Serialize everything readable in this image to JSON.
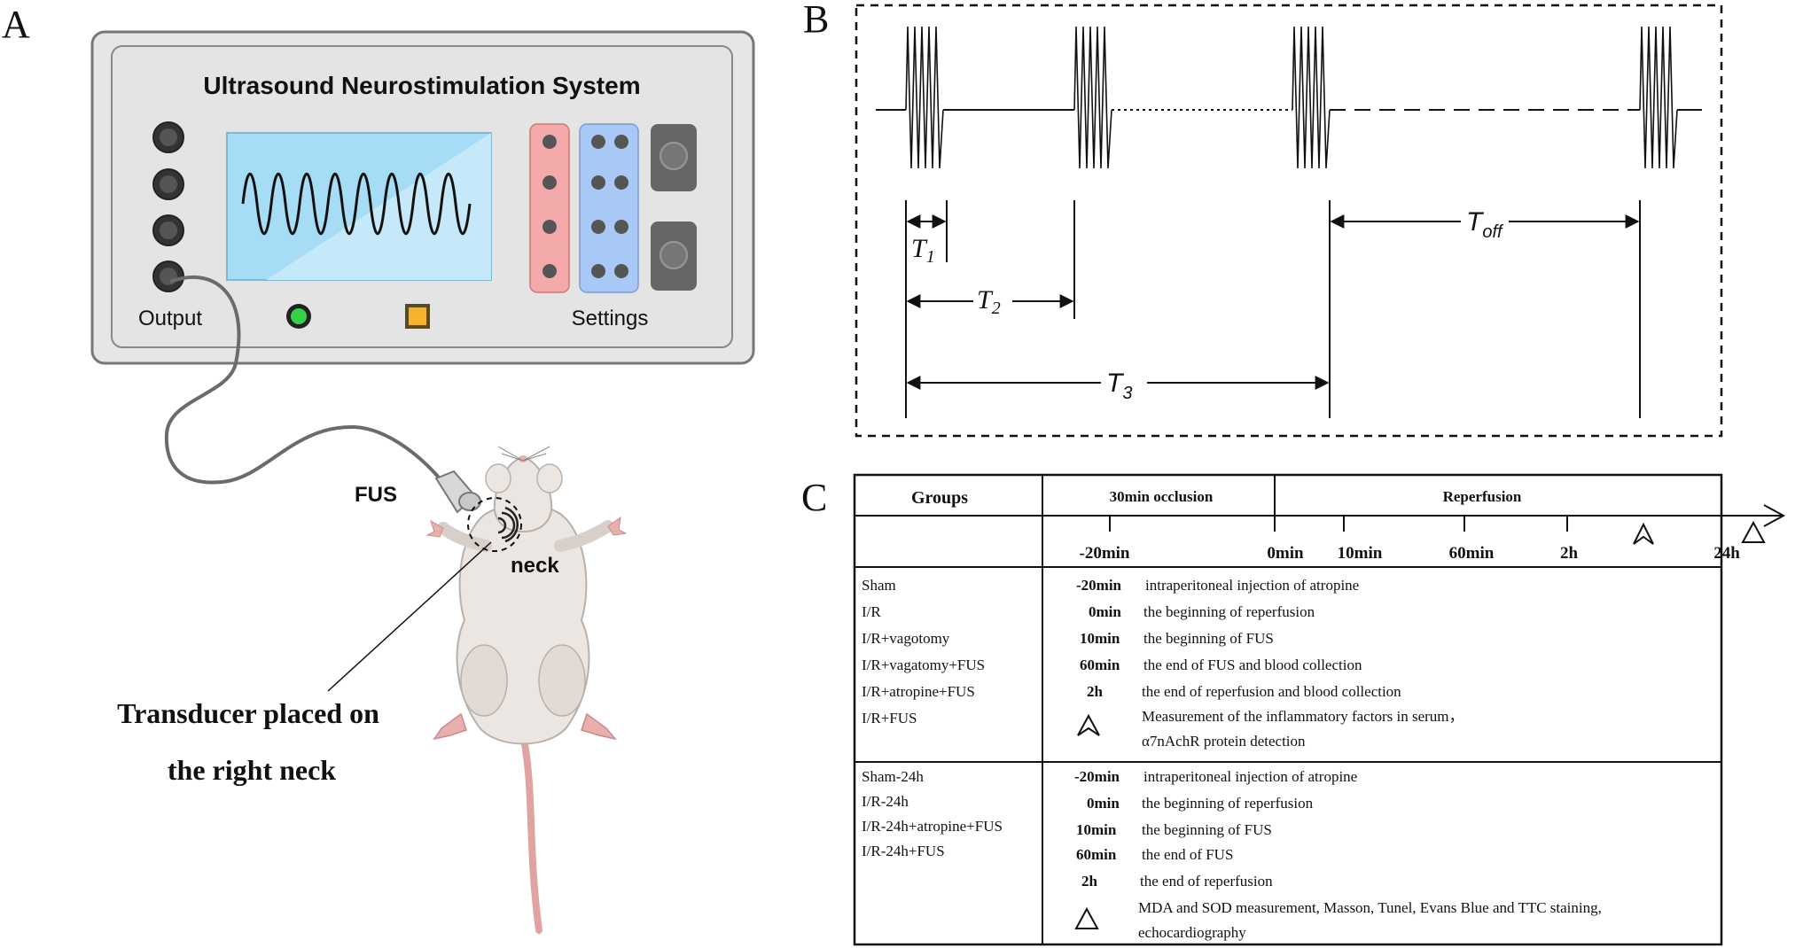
{
  "panels": {
    "a": {
      "letter": "A"
    },
    "b": {
      "letter": "B"
    },
    "c": {
      "letter": "C"
    }
  },
  "device": {
    "title": "Ultrasound Neurostimulation System",
    "output_label": "Output",
    "settings_label": "Settings",
    "fus_label": "FUS",
    "neck_label": "neck",
    "caption_line1": "Transducer placed on",
    "caption_line2": "the right neck"
  },
  "pulse": {
    "t1": {
      "main": "T",
      "sub": "1"
    },
    "t2": {
      "main": "T",
      "sub": "2"
    },
    "t3": {
      "main": "T",
      "sub": "3"
    },
    "toff": {
      "main": "T",
      "sub": "off"
    }
  },
  "timeline": {
    "header_groups": "Groups",
    "header_occlusion": "30min occlusion",
    "header_reperfusion": "Reperfusion",
    "ticks": [
      "-20min",
      "0min",
      "10min",
      "60min",
      "2h",
      "24h"
    ],
    "section1": {
      "groups": [
        "Sham",
        "I/R",
        "I/R+vagotomy",
        "I/R+vagatomy+FUS",
        "I/R+atropine+FUS",
        "I/R+FUS"
      ],
      "events": [
        {
          "time": "-20min",
          "desc": "intraperitoneal injection of atropine"
        },
        {
          "time": "0min",
          "desc": "the beginning of reperfusion"
        },
        {
          "time": "10min",
          "desc": "the beginning of FUS"
        },
        {
          "time": "60min",
          "desc": "the end of FUS and blood collection"
        },
        {
          "time": "2h",
          "desc": "the end of reperfusion and blood collection"
        }
      ],
      "marker_text1": "Measurement of the inflammatory factors in serum，",
      "marker_text2": "α7nAchR protein detection"
    },
    "section2": {
      "groups": [
        "Sham-24h",
        "I/R-24h",
        "I/R-24h+atropine+FUS",
        "I/R-24h+FUS"
      ],
      "events": [
        {
          "time": "-20min",
          "desc": "intraperitoneal injection of atropine"
        },
        {
          "time": "0min",
          "desc": "the beginning of reperfusion"
        },
        {
          "time": "10min",
          "desc": "the beginning of FUS"
        },
        {
          "time": "60min",
          "desc": "the end of FUS"
        },
        {
          "time": "2h",
          "desc": "the end of reperfusion"
        }
      ],
      "marker_text1": "MDA and SOD measurement, Masson, Tunel, Evans Blue and TTC staining,",
      "marker_text2": "echocardiography"
    }
  }
}
